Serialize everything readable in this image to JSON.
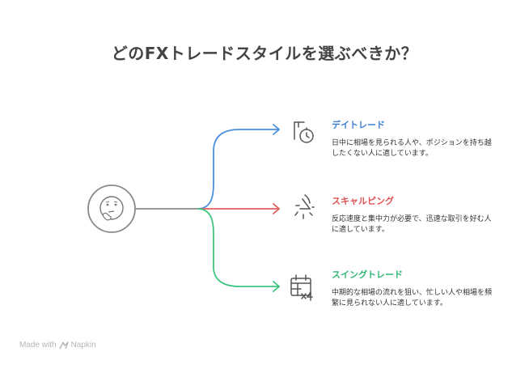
{
  "title": "どのFXトレードスタイルを選ぶべきか？",
  "colors": {
    "blue": "#4a8fe0",
    "red": "#e06060",
    "green": "#3cc57f",
    "gray": "#8a8a8a"
  },
  "center_icon": "thinking-face-icon",
  "options": [
    {
      "title": "デイトレード",
      "color": "#3d7fd8",
      "icon": "stopwatch-flag-icon",
      "description": "日中に相場を見られる人や、ポジションを持ち越したくない人に適しています。"
    },
    {
      "title": "スキャルピング",
      "color": "#e05252",
      "icon": "quick-timer-icon",
      "description": "反応速度と集中力が必要で、迅速な取引を好む人に適しています。"
    },
    {
      "title": "スイングトレード",
      "color": "#2fb874",
      "icon": "calendar-x4-icon",
      "description": "中期的な相場の流れを狙い、忙しい人や相場を頻繁に見られない人に適しています。"
    }
  ],
  "footer": {
    "made_with": "Made with",
    "brand": "Napkin"
  }
}
